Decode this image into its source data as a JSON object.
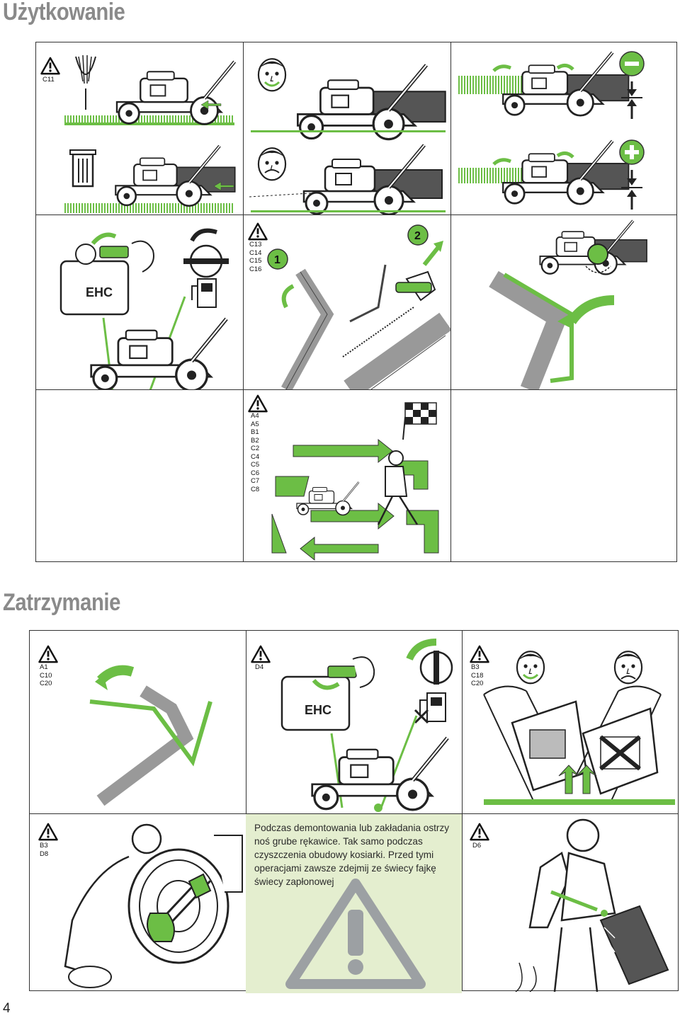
{
  "headings": {
    "usage": "Użytkowanie",
    "stopping": "Zatrzymanie"
  },
  "usage_panels": {
    "cutting_height": {
      "codes": "C11"
    },
    "choke_adjust": {
      "codes": ""
    },
    "handle_adjust": {
      "codes": "C13\nC14\nC15\nC16",
      "step1": "1",
      "step2": "2"
    },
    "mowing_pattern": {
      "codes": "A4\nA5\nB1\nB2\nC2\nC4\nC5\nC6\nC7\nC8"
    }
  },
  "stopping_panels": {
    "release_lever": {
      "codes": "A1\nC10\nC20"
    },
    "engine_stop": {
      "codes": "D4"
    },
    "tilt_mower": {
      "codes": "B3\nC18\nC20"
    },
    "blade_check": {
      "codes": "B3\nD8"
    },
    "notice": {
      "text": "Podczas demontowania lub zakładania ostrzy noś grube rękawice. Tak samo podczas czyszczenia obudowy kosiarki. Przed tymi operacjami zawsze zdejmij ze świecy fajkę świecy zapłonowej"
    },
    "clean_bag": {
      "codes": "D6"
    }
  },
  "icons": {
    "warning": "warning-triangle-icon",
    "minus": "minus-icon",
    "plus": "plus-icon",
    "fuel": "fuel-pump-icon",
    "trash": "trash-bin-icon",
    "flag": "checkered-flag-icon"
  },
  "colors": {
    "accent_green": "#6cbe45",
    "light_green_panel": "#e4eecf",
    "heading_grey": "#8a8a8a"
  },
  "page_number": "4"
}
